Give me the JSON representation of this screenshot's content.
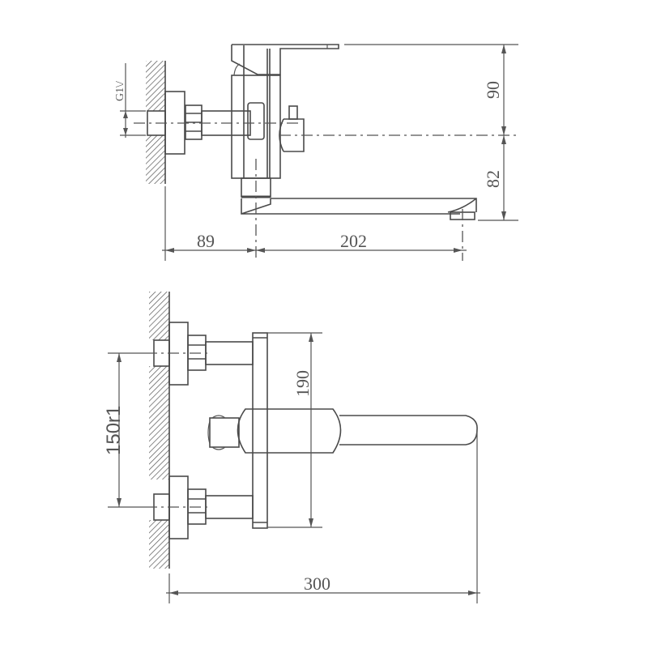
{
  "drawing": {
    "title": "Wall-mounted bath mixer technical drawing",
    "colors": {
      "line": "#4a4a4a",
      "dimension": "#555555",
      "background": "#ffffff"
    },
    "side_view": {
      "thread_label": "G1\\/",
      "dimensions": {
        "top_height": "90",
        "lower_height": "82",
        "wall_to_center": "89",
        "center_to_spout": "202"
      }
    },
    "top_view": {
      "dimensions": {
        "inlet_spacing": "150r1",
        "body_height": "190",
        "total_projection": "300"
      }
    }
  }
}
